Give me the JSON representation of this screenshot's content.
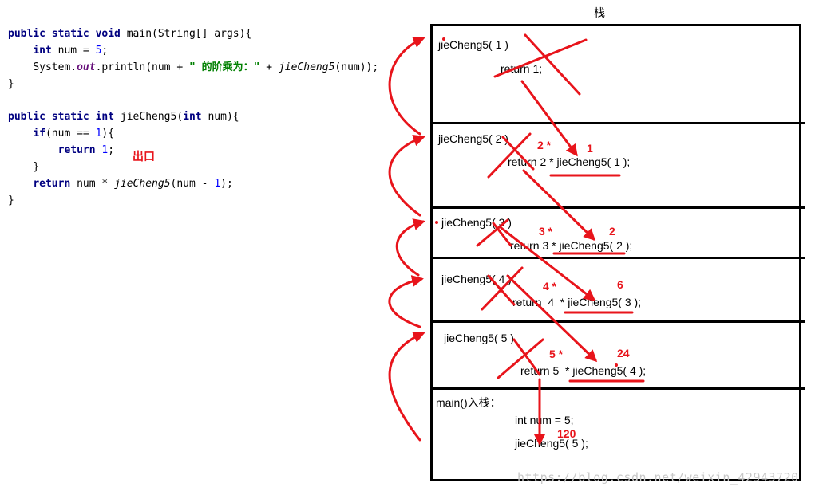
{
  "code": {
    "l1": {
      "kw": "public static void",
      "rest": " main(String[] args){"
    },
    "l2": {
      "kw": "int",
      "mid": " num = ",
      "num": "5",
      "end": ";"
    },
    "l3": {
      "pre": "System.",
      "fld": "out",
      "mid": ".println(num + ",
      "str": "\" 的阶乘为：\"",
      "mid2": " + ",
      "fn": "jieCheng5",
      "end": "(num));"
    },
    "l4": "}",
    "l5": {
      "kw": "public static int",
      "mid": " jieCheng5(",
      "kw2": "int",
      "end": " num){"
    },
    "l6": {
      "kw": "if",
      "mid": "(num == ",
      "num": "1",
      "end": "){"
    },
    "l7": {
      "kw": "return",
      "sp": " ",
      "num": "1",
      "end": ";"
    },
    "l8": "}",
    "l9": {
      "kw": "return",
      "mid": " num * ",
      "fn": "jieCheng5",
      "end2a": "(num - ",
      "num": "1",
      "end": ");"
    },
    "l10": "}"
  },
  "exit_label": "出口",
  "stack": {
    "title": "栈",
    "frames": [
      {
        "header": "jieCheng5( 1 )",
        "body": "return 1;"
      },
      {
        "header": "jieCheng5( 2 )",
        "body": "return 2 * jieCheng5( 1 );"
      },
      {
        "header": "jieCheng5( 3 )",
        "body": "return 3 * jieCheng5( 2 );"
      },
      {
        "header": "jieCheng5( 4 )",
        "body": "return  4  * jieCheng5( 3 );"
      },
      {
        "header": "jieCheng5( 5 )",
        "body": "return 5  * jieCheng5( 4 );"
      },
      {
        "header": "main()入栈：",
        "body": "int num = 5;",
        "body2": "jieCheng5( 5 );"
      }
    ]
  },
  "annotations": {
    "f2_mult": "2 *",
    "f2_result": "1",
    "f3_mult": "3 *",
    "f3_result": "2",
    "f4_mult": "4 *",
    "f4_result": "6",
    "f5_mult": "5 *",
    "f5_result": "24",
    "main_result": "120"
  },
  "colors": {
    "annotation": "#e8141b",
    "keyword": "#000080",
    "number": "#0000ff",
    "string": "#008000"
  },
  "watermark": "https://blog.csdn.net/weixin_42943720"
}
